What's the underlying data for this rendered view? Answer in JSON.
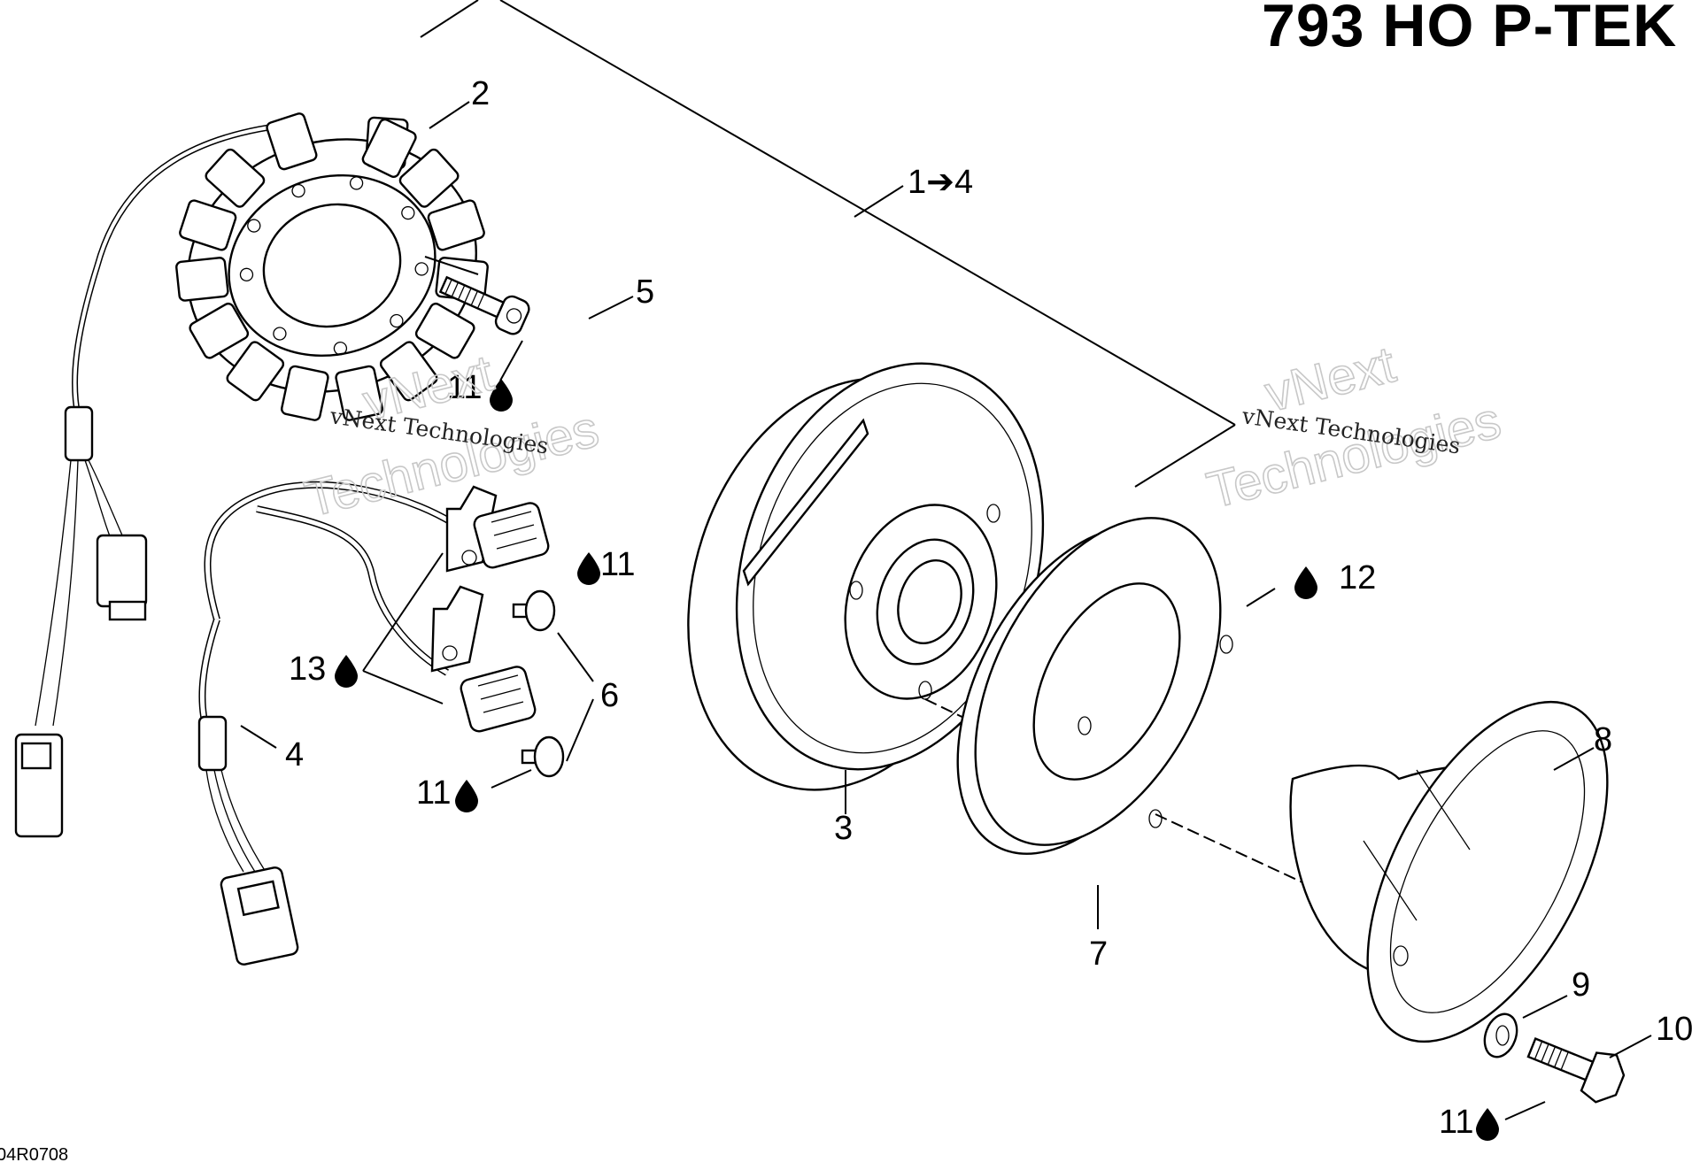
{
  "title": "793 HO P-TEK",
  "drawing_code": "04R0708",
  "watermark": {
    "line1": "vNext Technologies",
    "outline_top": "vNext",
    "outline_bottom": "Technologies"
  },
  "callouts": {
    "c1to4": "1➔4",
    "c2": "2",
    "c3": "3",
    "c4": "4",
    "c5": "5",
    "c6": "6",
    "c7": "7",
    "c8": "8",
    "c9": "9",
    "c10": "10",
    "c11_bolt": "11",
    "c11_screw_upper": "11",
    "c11_screw_lower": "11",
    "c11_flywheel_bolt": "11",
    "c12": "12",
    "c13": "13"
  },
  "icons": {
    "adhesive_drop": "drop-icon"
  }
}
